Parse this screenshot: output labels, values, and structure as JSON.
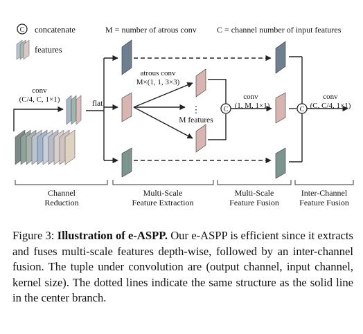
{
  "legend": {
    "concat_symbol": "C",
    "concat_label": "concatenate",
    "features_label": "features",
    "M_def": "M = number of atrous conv",
    "C_def": "C = channel number of input features"
  },
  "diagram": {
    "conv1": [
      "conv",
      "(C/4, C, 1×1)"
    ],
    "flat": "flat",
    "atrous": [
      "atrous conv",
      "M×(1, 1, 3×3)"
    ],
    "dots": "⋮",
    "m_features": "M features",
    "conv2": [
      "conv",
      "(1, M, 1×1)"
    ],
    "conv3": [
      "conv",
      "(C, C/4, 1×1)"
    ],
    "concat_symbol": "C",
    "sections": [
      [
        "Channel",
        "Reduction"
      ],
      [
        "Multi-Scale",
        "Feature Extraction"
      ],
      [
        "Multi-Scale",
        "Feature Fusion"
      ],
      [
        "Inter-Channel",
        "Feature Fusion"
      ]
    ]
  },
  "caption": {
    "label": "Figure 3:",
    "title": "Illustration of e-ASPP.",
    "body": "Our e-ASPP is efficient since it extracts and fuses multi-scale features depth-wise, followed by an inter-channel fusion. The tuple under convolution are (output channel, input channel, kernel size). The dotted lines indicate the same structure as the solid line in the center branch."
  },
  "colors": {
    "slate": "#6f7f91",
    "pink": "#d9b5b2",
    "teal": "#7c958f",
    "line": "#222222"
  }
}
